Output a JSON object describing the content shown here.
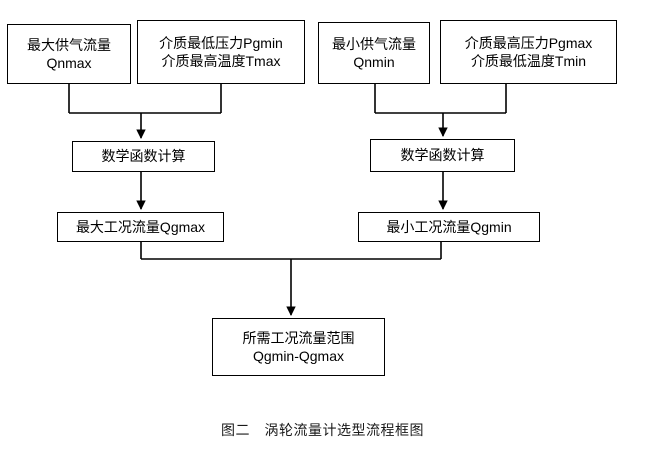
{
  "figure": {
    "caption": "图二　涡轮流量计选型流程框图",
    "line_color": "#000000",
    "background_color": "#ffffff"
  },
  "nodes": {
    "qnmax": {
      "line1": "最大供气流量",
      "line2": "Qnmax"
    },
    "pgmin_tmax": {
      "line1": "介质最低压力Pgmin",
      "line2": "介质最高温度Tmax"
    },
    "qnmin": {
      "line1": "最小供气流量",
      "line2": "Qnmin"
    },
    "pgmax_tmin": {
      "line1": "介质最高压力Pgmax",
      "line2": "介质最低温度Tmin"
    },
    "calc_left": {
      "line1": "数学函数计算"
    },
    "calc_right": {
      "line1": "数学函数计算"
    },
    "qgmax": {
      "line1": "最大工况流量Qgmax"
    },
    "qgmin": {
      "line1": "最小工况流量Qgmin"
    },
    "range": {
      "line1": "所需工况流量范围",
      "line2": "Qgmin-Qgmax"
    }
  }
}
